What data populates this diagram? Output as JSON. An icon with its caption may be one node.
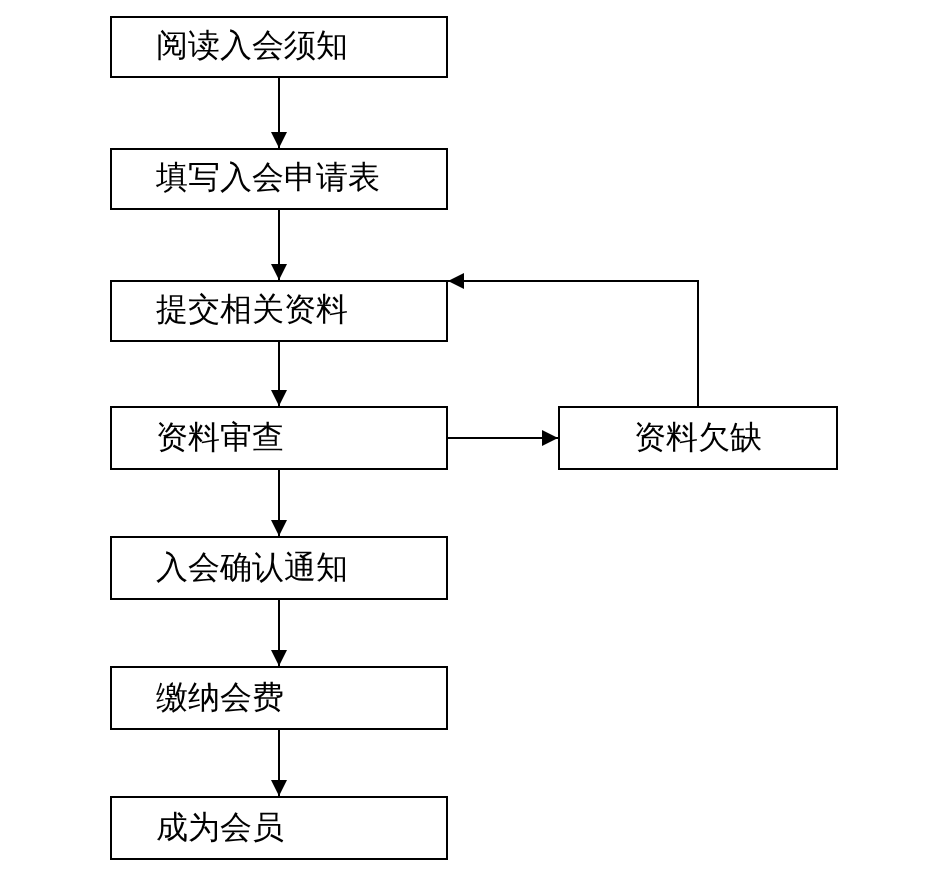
{
  "diagram": {
    "nodes": [
      {
        "text": [
          "阅读入会须知"
        ]
      },
      {
        "text": [
          "填写入会申请表"
        ]
      },
      {
        "text": [
          "提交相关资料"
        ]
      },
      {
        "text": [
          "资料审查"
        ]
      },
      {
        "text": [
          "入会确认通知"
        ]
      },
      {
        "text": [
          "缴纳会费"
        ]
      },
      {
        "text": [
          "成为会员"
        ]
      },
      {
        "text": [
          "资料欠缺"
        ]
      }
    ],
    "edges": [
      {
        "from": 0,
        "to": 1,
        "arrow": "to"
      },
      {
        "from": 1,
        "to": 2,
        "arrow": "to"
      },
      {
        "from": 2,
        "to": 3,
        "arrow": "to"
      },
      {
        "from": 3,
        "to": 4,
        "arrow": "to"
      },
      {
        "from": 4,
        "to": 5,
        "arrow": "to"
      },
      {
        "from": 5,
        "to": 6,
        "arrow": "to"
      },
      {
        "from": 3,
        "to": 7,
        "arrow": "to"
      },
      {
        "from": 7,
        "to": 2,
        "arrow": "to"
      }
    ]
  }
}
